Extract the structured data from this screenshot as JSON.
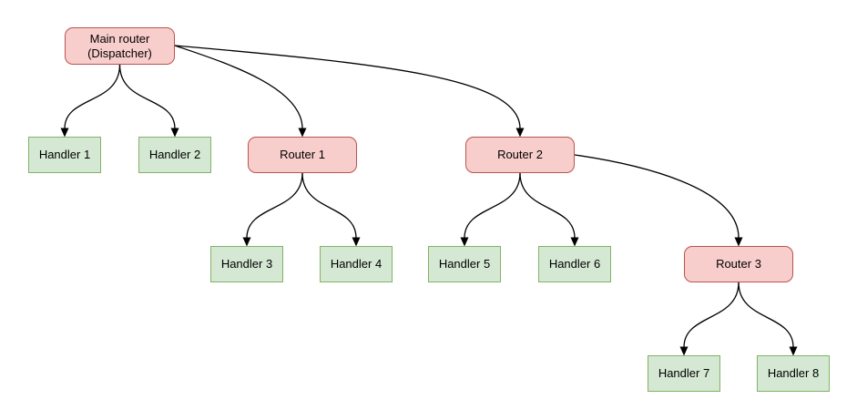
{
  "diagram": {
    "kind": "routing-tree",
    "nodes": {
      "main": {
        "label": "Main router\n(Dispatcher)",
        "type": "router"
      },
      "handler1": {
        "label": "Handler 1",
        "type": "handler"
      },
      "handler2": {
        "label": "Handler 2",
        "type": "handler"
      },
      "router1": {
        "label": "Router 1",
        "type": "router"
      },
      "router2": {
        "label": "Router 2",
        "type": "router"
      },
      "handler3": {
        "label": "Handler 3",
        "type": "handler"
      },
      "handler4": {
        "label": "Handler 4",
        "type": "handler"
      },
      "handler5": {
        "label": "Handler 5",
        "type": "handler"
      },
      "handler6": {
        "label": "Handler 6",
        "type": "handler"
      },
      "router3": {
        "label": "Router 3",
        "type": "router"
      },
      "handler7": {
        "label": "Handler 7",
        "type": "handler"
      },
      "handler8": {
        "label": "Handler 8",
        "type": "handler"
      }
    },
    "edges": [
      {
        "from": "main",
        "to": "handler1"
      },
      {
        "from": "main",
        "to": "handler2"
      },
      {
        "from": "main",
        "to": "router1"
      },
      {
        "from": "main",
        "to": "router2"
      },
      {
        "from": "router1",
        "to": "handler3"
      },
      {
        "from": "router1",
        "to": "handler4"
      },
      {
        "from": "router2",
        "to": "handler5"
      },
      {
        "from": "router2",
        "to": "handler6"
      },
      {
        "from": "router2",
        "to": "router3"
      },
      {
        "from": "router3",
        "to": "handler7"
      },
      {
        "from": "router3",
        "to": "handler8"
      }
    ],
    "colors": {
      "router_fill": "#f8cecc",
      "router_stroke": "#b85450",
      "handler_fill": "#d5e8d4",
      "handler_stroke": "#82b366",
      "edge": "#000000",
      "text": "#000000",
      "background": "#ffffff"
    }
  }
}
